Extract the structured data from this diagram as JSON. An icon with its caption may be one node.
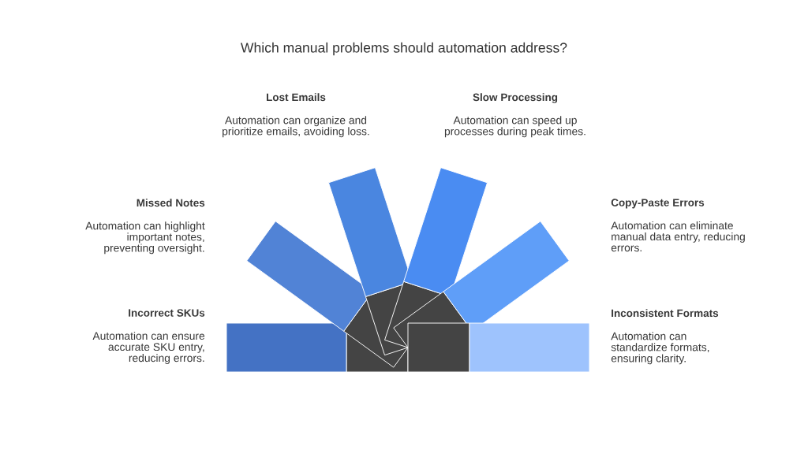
{
  "diagram": {
    "title": "Which manual problems should automation address?",
    "nodes": [
      {
        "text": [
          "Lost Emails",
          "Automation can organize and prioritize emails, avoiding loss."
        ]
      },
      {
        "text": [
          "Slow Processing",
          "Automation can speed up processes during peak times."
        ]
      },
      {
        "text": [
          "Missed Notes",
          "Automation can highlight important notes, preventing oversight."
        ]
      },
      {
        "text": [
          "Copy-Paste Errors",
          "Automation can eliminate manual data entry, reducing errors."
        ]
      },
      {
        "text": [
          "Incorrect SKUs",
          "Automation can ensure accurate SKU entry, reducing errors."
        ]
      },
      {
        "text": [
          "Inconsistent Formats",
          "Automation can standardize formats, ensuring clarity."
        ]
      }
    ],
    "edges": []
  }
}
